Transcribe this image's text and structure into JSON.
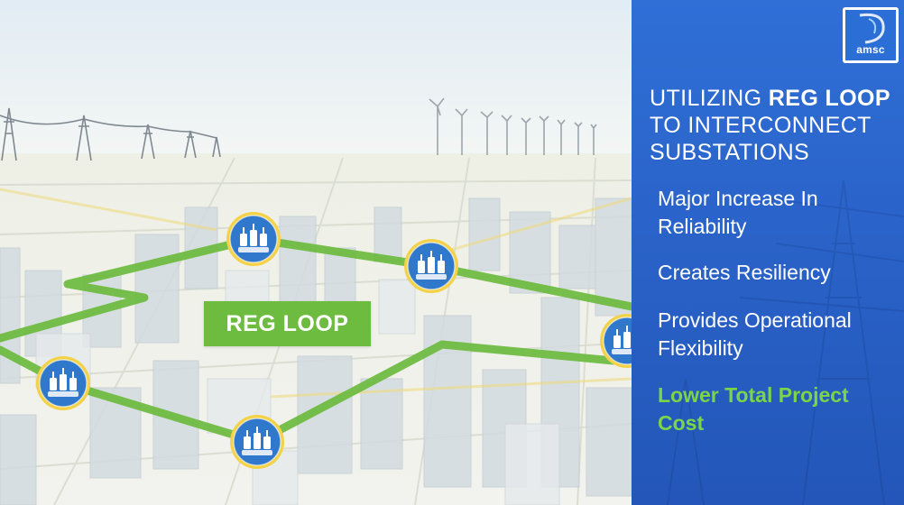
{
  "logo": {
    "text": "amsc"
  },
  "headline": {
    "prefix": "UTILIZING ",
    "bold": "REG LOOP",
    "suffix": " TO INTERCONNECT SUBSTATIONS"
  },
  "bullets": [
    {
      "text": "Major Increase In Reliability"
    },
    {
      "text": "Creates Resiliency"
    },
    {
      "text": "Provides Operational Flexibility"
    },
    {
      "text": "Lower Total Project Cost"
    }
  ],
  "diagram": {
    "loop_label": "REG LOOP"
  },
  "colors": {
    "panel": "#2a63c9",
    "loop_green": "#6dbb3f",
    "highlight": "#7cd44a",
    "node_blue": "#2f78cc",
    "node_ring": "#f3d24a"
  },
  "icons": {
    "substation": "substation-icon",
    "logo": "amsc-logo-icon"
  }
}
